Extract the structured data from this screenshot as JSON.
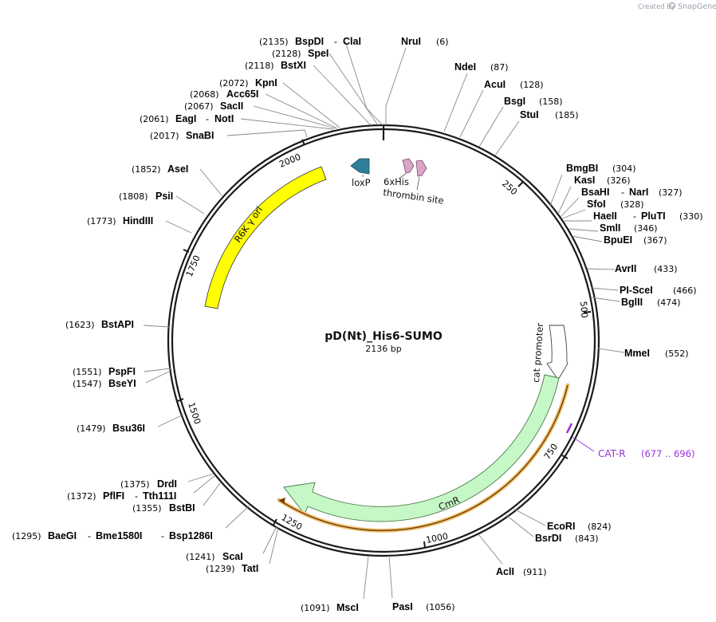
{
  "credit": {
    "prefix": "Created by",
    "brand": "SnapGene"
  },
  "plasmid": {
    "name": "pD(Nt)_His6-SUMO",
    "length_label": "2136 bp"
  },
  "ticks": [
    "250",
    "500",
    "750",
    "1000",
    "1250",
    "1500",
    "1750",
    "2000"
  ],
  "features": {
    "r6k": "R6K γ ori",
    "loxp": "loxP",
    "his": "6xHis",
    "thrombin": "thrombin site",
    "cat_promoter": "cat promoter",
    "cmr": "CmR"
  },
  "primer": {
    "name": "CAT-R",
    "range": "(677 .. 696)",
    "color": "#9b30d9"
  },
  "sites": [
    {
      "id": "nrui",
      "name": "NruI",
      "pos": "(6)"
    },
    {
      "id": "ndei",
      "name": "NdeI",
      "pos": "(87)"
    },
    {
      "id": "acui",
      "name": "AcuI",
      "pos": "(128)"
    },
    {
      "id": "bsgi",
      "name": "BsgI",
      "pos": "(158)"
    },
    {
      "id": "stui",
      "name": "StuI",
      "pos": "(185)"
    },
    {
      "id": "bmgbi",
      "name": "BmgBI",
      "pos": "(304)"
    },
    {
      "id": "kasi",
      "name": "KasI",
      "pos": "(326)"
    },
    {
      "id": "bsahi",
      "name": "BsaHI",
      "name2": "NarI",
      "pos": "(327)"
    },
    {
      "id": "sfoi",
      "name": "SfoI",
      "pos": "(328)"
    },
    {
      "id": "haeii",
      "name": "HaeII",
      "name2": "PluTI",
      "pos": "(330)"
    },
    {
      "id": "smli",
      "name": "SmlI",
      "pos": "(346)"
    },
    {
      "id": "bpuei",
      "name": "BpuEI",
      "pos": "(367)"
    },
    {
      "id": "avrii",
      "name": "AvrII",
      "pos": "(433)"
    },
    {
      "id": "pisce",
      "name": "PI-SceI",
      "pos": "(466)"
    },
    {
      "id": "bglii",
      "name": "BglII",
      "pos": "(474)"
    },
    {
      "id": "mmei",
      "name": "MmeI",
      "pos": "(552)"
    },
    {
      "id": "ecori",
      "name": "EcoRI",
      "pos": "(824)"
    },
    {
      "id": "bsrdi",
      "name": "BsrDI",
      "pos": "(843)"
    },
    {
      "id": "acli",
      "name": "AclI",
      "pos": "(911)"
    },
    {
      "id": "pasi",
      "name": "PasI",
      "pos": "(1056)"
    },
    {
      "id": "msci",
      "name": "MscI",
      "pos": "(1091)"
    },
    {
      "id": "tati",
      "name": "TatI",
      "pos": "(1239)"
    },
    {
      "id": "scai",
      "name": "ScaI",
      "pos": "(1241)"
    },
    {
      "id": "baegi",
      "name": "BaeGI",
      "name2": "Bme1580I",
      "name3": "Bsp1286I",
      "pos": "(1295)"
    },
    {
      "id": "bstbi",
      "name": "BstBI",
      "pos": "(1355)"
    },
    {
      "id": "pflfi",
      "name": "PflFI",
      "name2": "Tth111I",
      "pos": "(1372)"
    },
    {
      "id": "drdi",
      "name": "DrdI",
      "pos": "(1375)"
    },
    {
      "id": "bsu36i",
      "name": "Bsu36I",
      "pos": "(1479)"
    },
    {
      "id": "bseyi",
      "name": "BseYI",
      "pos": "(1547)"
    },
    {
      "id": "pspfi",
      "name": "PspFI",
      "pos": "(1551)"
    },
    {
      "id": "bstapi",
      "name": "BstAPI",
      "pos": "(1623)"
    },
    {
      "id": "hindiii",
      "name": "HindIII",
      "pos": "(1773)"
    },
    {
      "id": "psii",
      "name": "PsiI",
      "pos": "(1808)"
    },
    {
      "id": "asei",
      "name": "AseI",
      "pos": "(1852)"
    },
    {
      "id": "snabi",
      "name": "SnaBI",
      "pos": "(2017)"
    },
    {
      "id": "eagi",
      "name": "EagI",
      "name2": "NotI",
      "pos": "(2061)"
    },
    {
      "id": "sacii",
      "name": "SacII",
      "pos": "(2067)"
    },
    {
      "id": "acc65i",
      "name": "Acc65I",
      "pos": "(2068)"
    },
    {
      "id": "kpni",
      "name": "KpnI",
      "pos": "(2072)"
    },
    {
      "id": "bstxi",
      "name": "BstXI",
      "pos": "(2118)"
    },
    {
      "id": "spei",
      "name": "SpeI",
      "pos": "(2128)"
    },
    {
      "id": "bspdi",
      "name": "BspDI",
      "name2": "ClaI",
      "pos": "(2135)"
    }
  ],
  "colors": {
    "backbone": "#1a1a1a",
    "r6k": "#ffff00",
    "loxp": "#2e7f98",
    "his": "#d8a6c8",
    "cmr": "#c6f7c6",
    "primer_glow": "#f0c070",
    "primer_line": "#6a3d00"
  }
}
